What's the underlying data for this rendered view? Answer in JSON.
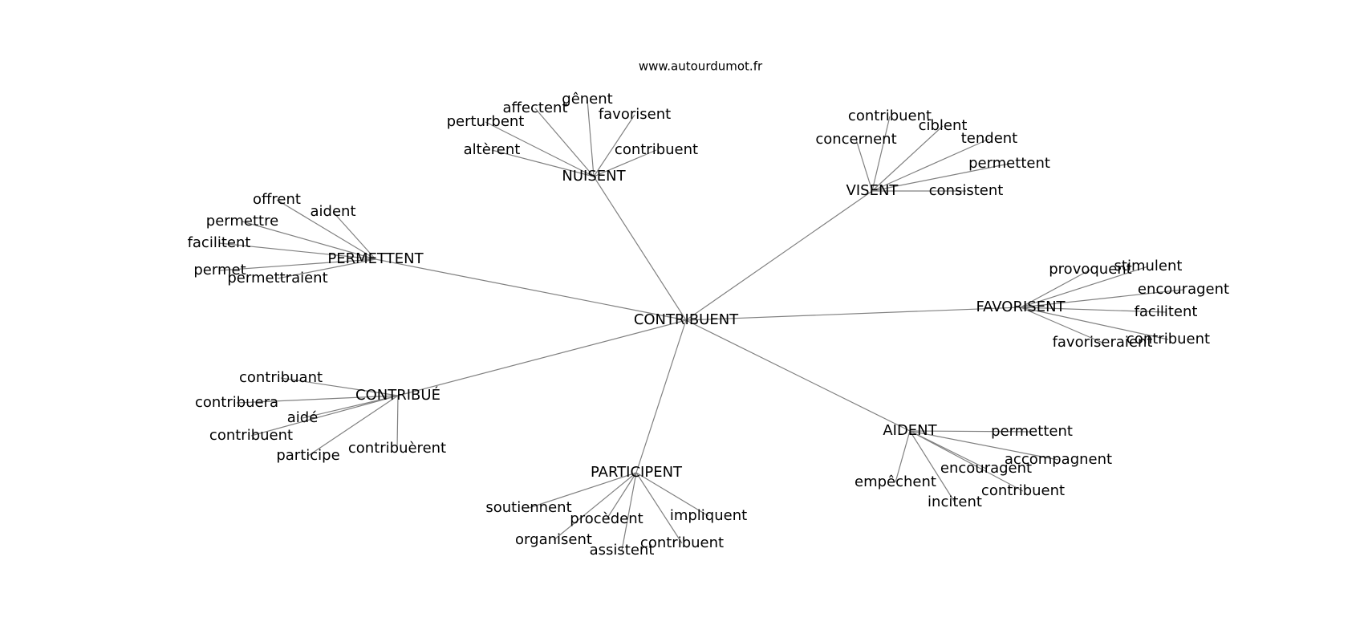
{
  "watermark": "www.autourdumot.fr",
  "graph": {
    "root": "CONTRIBUENT",
    "hubs": [
      {
        "id": "nuisent",
        "label": "NUISENT",
        "words": [
          "perturbent",
          "affectent",
          "gênent",
          "favorisent",
          "altèrent",
          "contribuent"
        ]
      },
      {
        "id": "visent",
        "label": "VISENT",
        "words": [
          "contribuent",
          "ciblent",
          "concernent",
          "tendent",
          "permettent",
          "consistent"
        ]
      },
      {
        "id": "permettent",
        "label": "PERMETTENT",
        "words": [
          "offrent",
          "aident",
          "permettre",
          "facilitent",
          "permet",
          "permettraient"
        ]
      },
      {
        "id": "favorisent",
        "label": "FAVORISENT",
        "words": [
          "provoquent",
          "stimulent",
          "encouragent",
          "facilitent",
          "contribuent",
          "favoriseraient"
        ]
      },
      {
        "id": "contribue",
        "label": "CONTRIBUÉ",
        "words": [
          "contribuant",
          "contribuera",
          "aidé",
          "contribuent",
          "participe",
          "contribuèrent"
        ]
      },
      {
        "id": "aident",
        "label": "AIDENT",
        "words": [
          "permettent",
          "accompagnent",
          "encouragent",
          "empêchent",
          "contribuent",
          "incitent"
        ]
      },
      {
        "id": "participent",
        "label": "PARTICIPENT",
        "words": [
          "soutiennent",
          "procèdent",
          "impliquent",
          "organisent",
          "contribuent",
          "assistent"
        ]
      }
    ]
  }
}
